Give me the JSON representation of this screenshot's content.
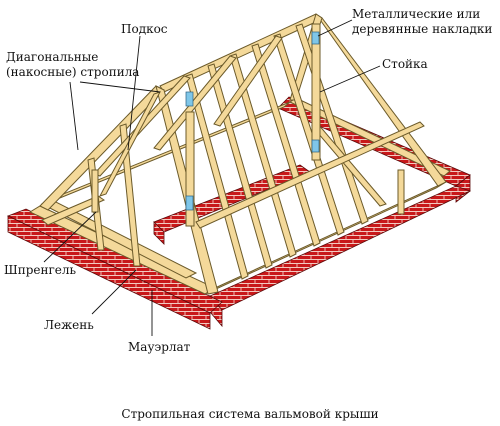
{
  "labels": {
    "podkos": "Подкос",
    "diagonal_line1": "Диагональные",
    "diagonal_line2": "(накосные) стропила",
    "metal_line1": "Металлические или",
    "metal_line2": "деревянные накладки",
    "stoyka": "Стойка",
    "shprengel": "Шпренгель",
    "lezhen": "Лежень",
    "mauerlat": "Мауэрлат"
  },
  "caption": "Стропильная система вальмовой крыши",
  "colors": {
    "wood": "#f4d99a",
    "wood_outline": "#6b5a2a",
    "brick": "#c8181a",
    "mortar": "#f3c9c0",
    "plate": "#7fc6e8",
    "leader": "#111111"
  }
}
